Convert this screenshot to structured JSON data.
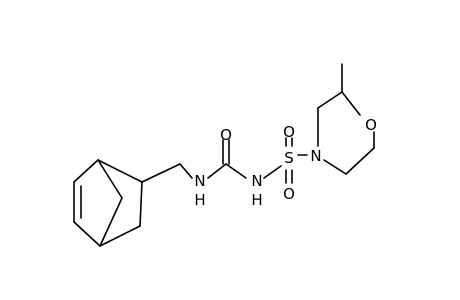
{
  "molecule": {
    "atoms": {
      "carbonyl_oxygen": "O",
      "urea_nh_left": "N",
      "urea_nh_left_h": "H",
      "urea_nh_right": "N",
      "urea_nh_right_h": "H",
      "sulfur": "S",
      "sulfonyl_oxygen_top": "O",
      "sulfonyl_oxygen_bottom": "O",
      "morpholine_nitrogen": "N",
      "morpholine_oxygen": "O"
    },
    "colors": {
      "bond": "#000000",
      "background": "#ffffff"
    }
  }
}
